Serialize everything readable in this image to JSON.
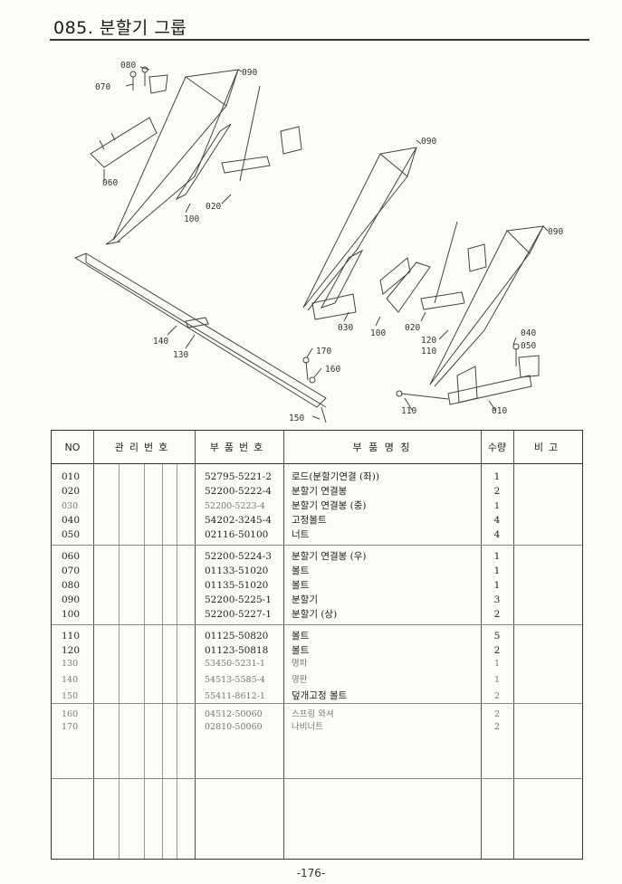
{
  "page_title": "085. 분할기 그룹",
  "callouts": {
    "c080": "080",
    "c070": "070",
    "c090a": "090",
    "c060": "060",
    "c100a": "100",
    "c020a": "020",
    "c090b": "090",
    "c090c": "090",
    "c030": "030",
    "c100b": "100",
    "c020b": "020",
    "c120": "120",
    "c110a": "110",
    "c040": "040",
    "c050": "050",
    "c140": "140",
    "c130": "130",
    "c170": "170",
    "c160": "160",
    "c150": "150",
    "c110b": "110",
    "c010": "010"
  },
  "table": {
    "headers": {
      "no": "NO",
      "mgmt": "관리번호",
      "part": "부품번호",
      "name": "부 품 명 칭",
      "qty": "수량",
      "note": "비고"
    },
    "rows": [
      {
        "no": "010",
        "part": "52795-5221-2",
        "name": "로드(분할기연결 (좌))",
        "qty": "1"
      },
      {
        "no": "020",
        "part": "52200-5222-4",
        "name": "분할기 연결봉",
        "qty": "2"
      },
      {
        "no": "030",
        "part": "52200-5223-4",
        "name": "분할기 연결봉 (중)",
        "qty": "1"
      },
      {
        "no": "040",
        "part": "54202-3245-4",
        "name": "고정볼트",
        "qty": "4"
      },
      {
        "no": "050",
        "part": "02116-50100",
        "name": "너트",
        "qty": "4"
      },
      {
        "no": "060",
        "part": "52200-5224-3",
        "name": "분할기 연결봉 (우)",
        "qty": "1"
      },
      {
        "no": "070",
        "part": "01133-51020",
        "name": "볼트",
        "qty": "1"
      },
      {
        "no": "080",
        "part": "01135-51020",
        "name": "볼트",
        "qty": "1"
      },
      {
        "no": "090",
        "part": "52200-5225-1",
        "name": "분할기",
        "qty": "3"
      },
      {
        "no": "100",
        "part": "52200-5227-1",
        "name": "분할기 (상)",
        "qty": "2"
      },
      {
        "no": "110",
        "part": "01125-50820",
        "name": "볼트",
        "qty": "5"
      },
      {
        "no": "120",
        "part": "01123-50818",
        "name": "볼트",
        "qty": "2"
      },
      {
        "no": "130",
        "part": "53450-5231-1",
        "name": "명파",
        "qty": "1"
      },
      {
        "no": "140",
        "part": "54513-5585-4",
        "name": "명판",
        "qty": "1"
      },
      {
        "no": "150",
        "part": "55411-8612-1",
        "name": "덮개고정 볼트",
        "qty": "2"
      },
      {
        "no": "160",
        "part": "04512-50060",
        "name": "스프링 와셔",
        "qty": "2"
      },
      {
        "no": "170",
        "part": "02810-50060",
        "name": "나비너트",
        "qty": "2"
      }
    ]
  },
  "page_number": "-176-"
}
